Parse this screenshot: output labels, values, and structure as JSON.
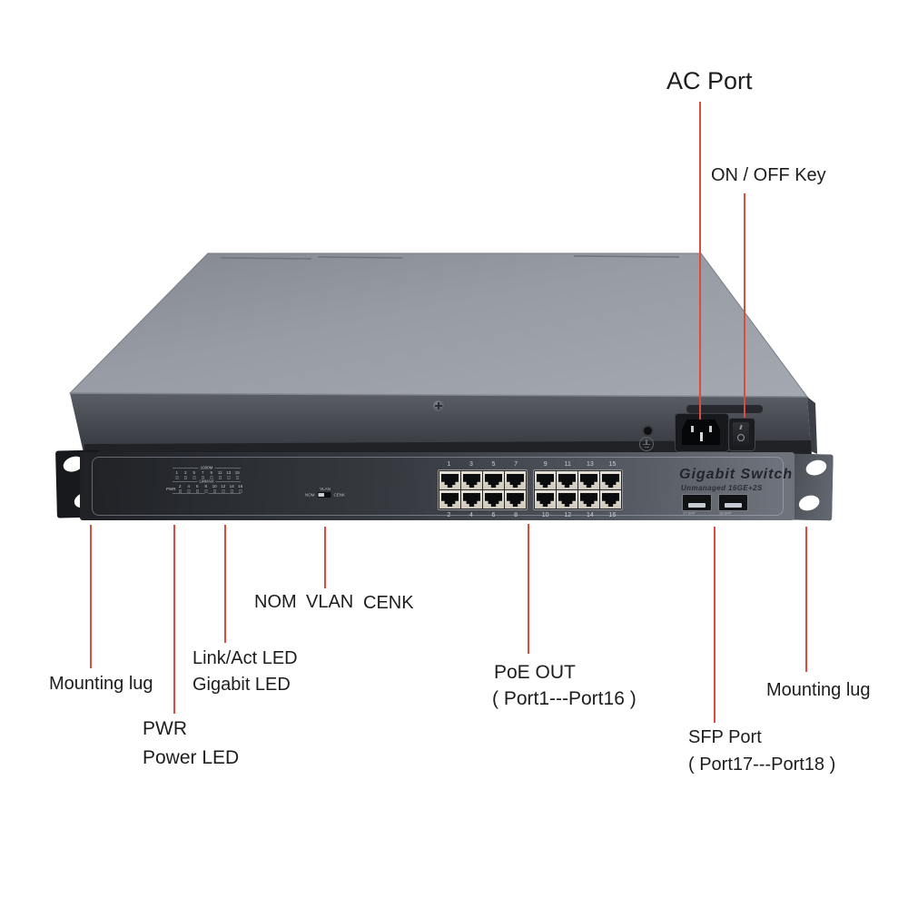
{
  "colors": {
    "annotation_line": "#df4a3e",
    "chassis_top": "#9aa0a8",
    "panel_dark": "#2a2d32",
    "rj45_faceplate": "#d9d4c9"
  },
  "annotations": {
    "ac_port": "AC Port",
    "on_off": "ON / OFF Key",
    "mounting_lug_left": "Mounting lug",
    "mounting_lug_right": "Mounting lug",
    "pwr_line1": "PWR",
    "pwr_line2": "Power LED",
    "linkact_line1": "Link/Act LED",
    "linkact_line2": "Gigabit LED",
    "dip_nom": "NOM",
    "dip_vlan": "VLAN",
    "dip_cenk": "CENK",
    "poe_line1": "PoE OUT",
    "poe_line2": "( Port1---Port16 )",
    "sfp_line1": "SFP Port",
    "sfp_line2": "( Port17---Port18 )"
  },
  "device": {
    "brand_title": "Gigabit Switch",
    "brand_subtitle": "Unmanaged 16GE+2S",
    "led_panel": {
      "speed_label": "1000M",
      "linkact_label": "Link/Act",
      "pwr_label": "PWR",
      "row_odd": [
        "1",
        "3",
        "5",
        "7",
        "9",
        "11",
        "13",
        "15"
      ],
      "row_even": [
        "2",
        "4",
        "6",
        "8",
        "10",
        "12",
        "14",
        "16"
      ]
    },
    "dip": {
      "above": "VLAN",
      "left": "NOM",
      "right": "CENK"
    },
    "ports": {
      "top_numbers": [
        "1",
        "3",
        "5",
        "7",
        "9",
        "11",
        "13",
        "15"
      ],
      "bottom_numbers": [
        "2",
        "4",
        "6",
        "8",
        "10",
        "12",
        "14",
        "16"
      ]
    },
    "sfp_labels": [
      "17-SFP",
      "18-SFP"
    ]
  }
}
